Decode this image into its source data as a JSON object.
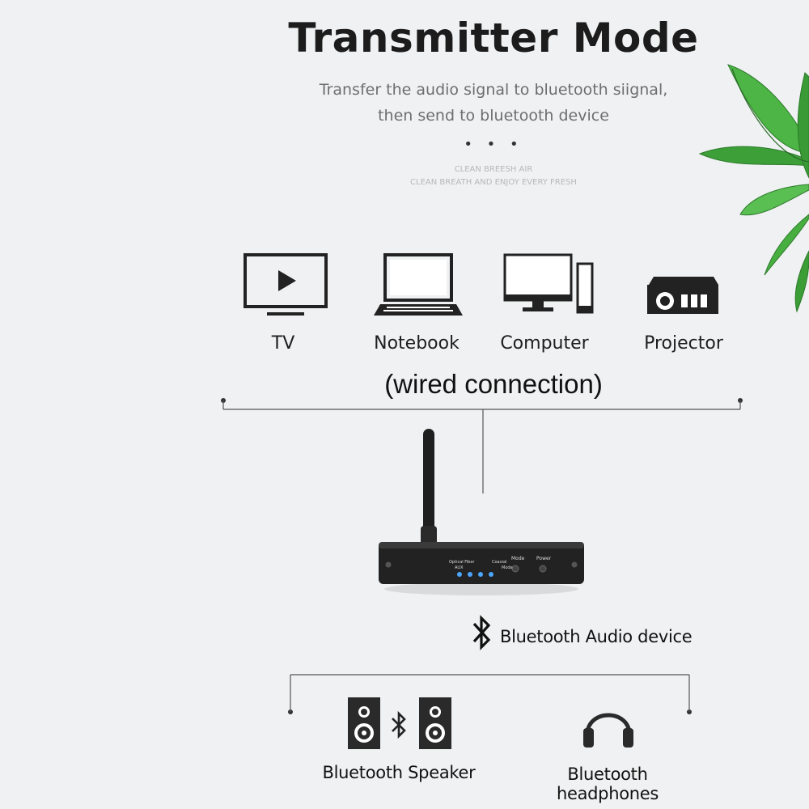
{
  "header": {
    "title": "Transmitter Mode",
    "subtitle_line1": "Transfer the audio signal to bluetooth siignal,",
    "subtitle_line2": "then send to bluetooth device",
    "dots": "• • •",
    "tagline1": "CLEAN BREESH AIR",
    "tagline2": "CLEAN BREATH AND ENJOY EVERY FRESH"
  },
  "sources": {
    "items": [
      {
        "label": "TV",
        "icon": "tv-play-icon"
      },
      {
        "label": "Notebook",
        "icon": "laptop-icon"
      },
      {
        "label": "Computer",
        "icon": "desktop-computer-icon"
      },
      {
        "label": "Projector",
        "icon": "projector-icon"
      }
    ],
    "connection_label": "(wired connection)"
  },
  "device": {
    "panel": {
      "optical_fiber": "Optical Fiber",
      "aux": "AUX",
      "coaxial": "Coaxial",
      "mode_small": "Mode",
      "mode": "Mode",
      "power": "Power"
    }
  },
  "bluetooth": {
    "device_label": "Bluetooth Audio device",
    "icon": "bluetooth-icon"
  },
  "outputs": {
    "speaker_label": "Bluetooth Speaker",
    "headphones_label": "Bluetooth headphones"
  },
  "colors": {
    "background": "#eff1f2",
    "leaf_green": "#3fa63a",
    "led_blue": "#4aa6ff",
    "text_dark": "#1e1e1e"
  }
}
